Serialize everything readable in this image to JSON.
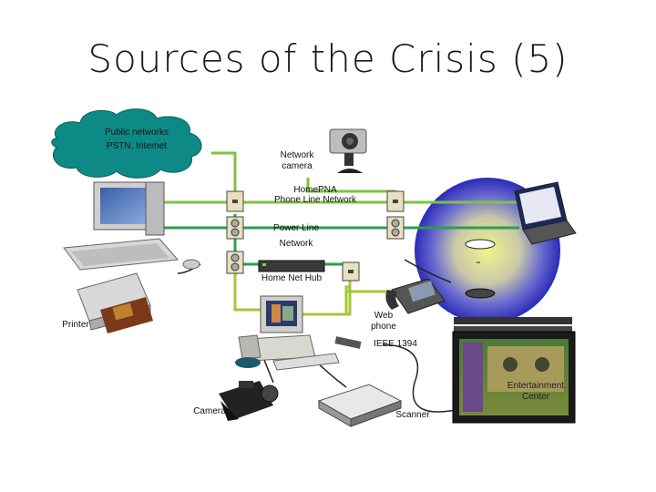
{
  "title": "Sources of the Crisis (5)",
  "labels": {
    "public_networks": "Public networks",
    "pstn_internet": "PSTN, Internet",
    "network_camera_1": "Network",
    "network_camera_2": "camera",
    "homepna_1": "HomePNA",
    "homepna_2": "Phone Line Network",
    "power_line_1": "Power Line",
    "power_line_2": "Network",
    "home_net_hub": "Home Net Hub",
    "printer": "Printer",
    "web_phone_1": "Web",
    "web_phone_2": "phone",
    "ieee_1394": "IEEE 1394",
    "entertainment_1": "Entertainment",
    "entertainment_2": "Center",
    "camera": "Camera",
    "scanner": "Scanner"
  },
  "colors": {
    "cloud": "#0e8a86",
    "phone_line": "#7fc241",
    "power_line": "#2aa04a",
    "ethernet": "#a8c63a",
    "cable": "#222222",
    "wireless_glow_center": "#f2f28a",
    "wireless_glow_edge": "#2b2bb8"
  },
  "icons": [
    "cloud-icon",
    "network-camera-icon",
    "desktop-computer-icon",
    "laptop-icon",
    "printer-icon",
    "web-phone-icon",
    "pc-icon",
    "video-camera-icon",
    "scanner-icon",
    "entertainment-center-icon",
    "wall-jack-icon",
    "power-outlet-icon",
    "hub-icon"
  ]
}
